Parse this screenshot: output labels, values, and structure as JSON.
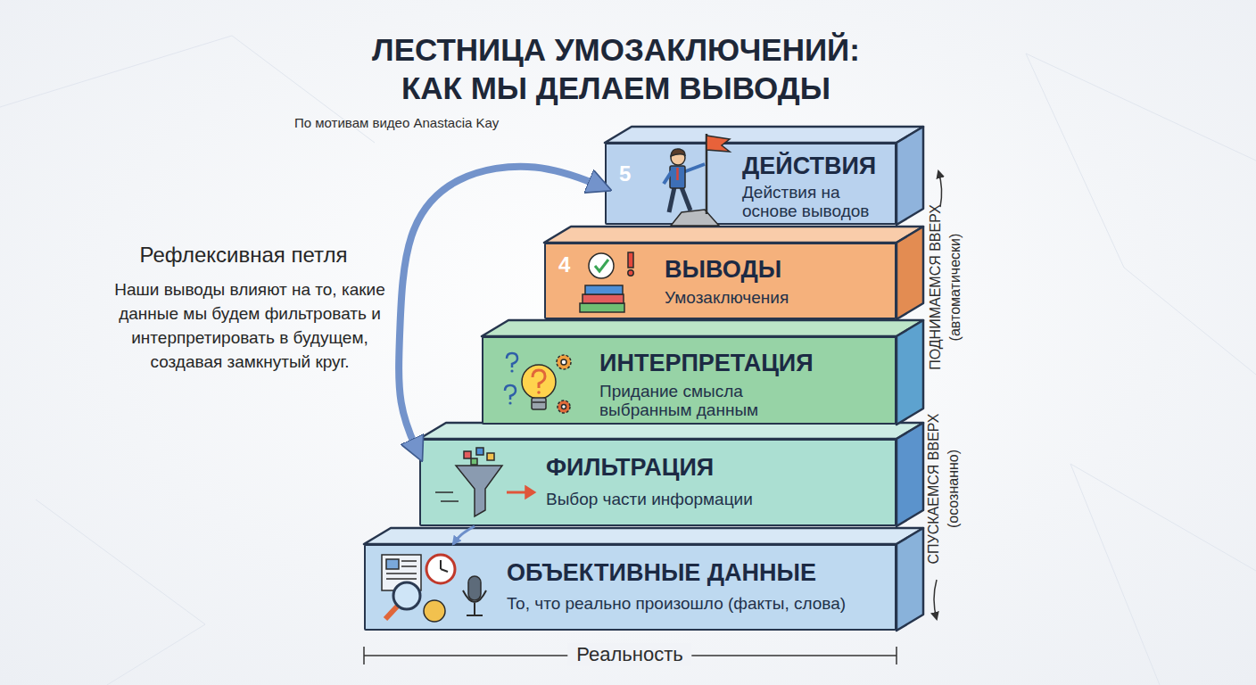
{
  "diagram": {
    "title": "ЛЕСТНИЦА УМОЗАКЛЮЧЕНИЙ: КАК МЫ ДЕЛАЕМ ВЫВОДЫ",
    "caption": "По мотивам видео Anastacia Kay",
    "nodes": [
      {
        "text": [
          "5",
          "ДЕЙСТВИЯ",
          "Действия на основе выводов"
        ]
      },
      {
        "text": [
          "4",
          "ВЫВОДЫ",
          "Умозаключения"
        ]
      },
      {
        "text": [
          "ИНТЕРПРЕТАЦИЯ",
          "Придание смысла выбранным данным"
        ]
      },
      {
        "text": [
          "ФИЛЬТРАЦИЯ",
          "Выбор части информации"
        ]
      },
      {
        "text": [
          "ОБЪЕКТИВНЫЕ ДАННЫЕ",
          "То, что реально произошло (факты, слова)"
        ]
      }
    ],
    "edges": [
      {
        "from": 0,
        "to": 3,
        "arrow": "both"
      },
      {
        "from": 3,
        "to": 4,
        "arrow": "to"
      }
    ],
    "labels": [
      "Рефлексивная петля",
      "Наши выводы влияют на то, какие данные мы будем фильтровать и интерпретировать в будущем, создавая замкнутый круг.",
      "ПОДНИМАЕМСЯ ВВЕРХ (автоматически)",
      "СПУСКАЕМСЯ ВВЕРХ (осознанно)",
      "Реальность"
    ]
  }
}
